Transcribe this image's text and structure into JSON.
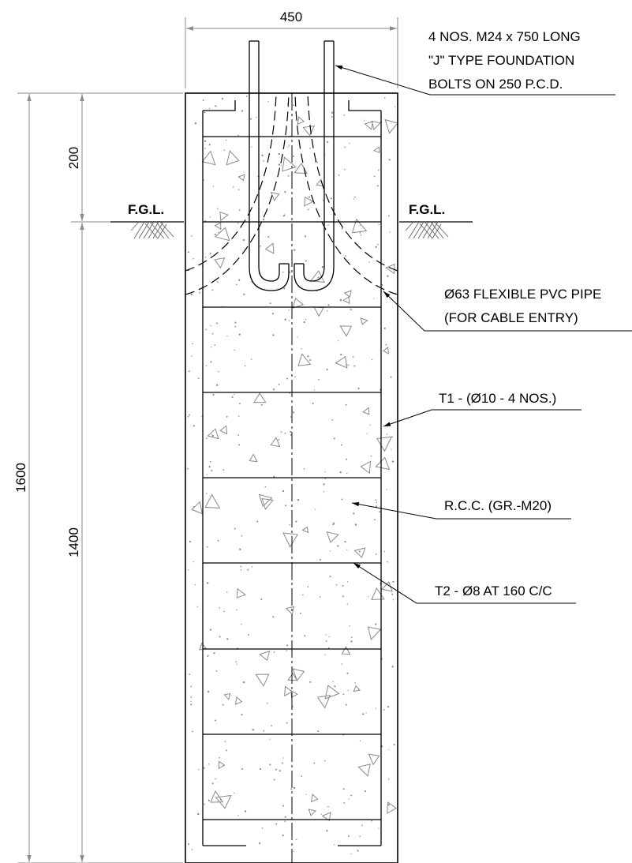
{
  "dimensions": {
    "width": "450",
    "total_depth": "1600",
    "above_ground": "200",
    "below_ground": "1400"
  },
  "ground_level": {
    "left_label": "F.G.L.",
    "right_label": "F.G.L."
  },
  "annotations": {
    "bolts": [
      "4 NOS. M24 x 750 LONG",
      "\"J\" TYPE FOUNDATION",
      "BOLTS ON 250 P.C.D."
    ],
    "pipe": [
      "Ø63 FLEXIBLE PVC PIPE",
      "(FOR CABLE ENTRY)"
    ],
    "t1": "T1 - (Ø10 - 4 NOS.)",
    "rcc": "R.C.C.  (GR.-M20)",
    "t2": "T2 - Ø8 AT 160 C/C"
  },
  "colors": {
    "line": "#000000",
    "dimension": "#8a8a8a",
    "aggregate": "#8a8a8a"
  }
}
